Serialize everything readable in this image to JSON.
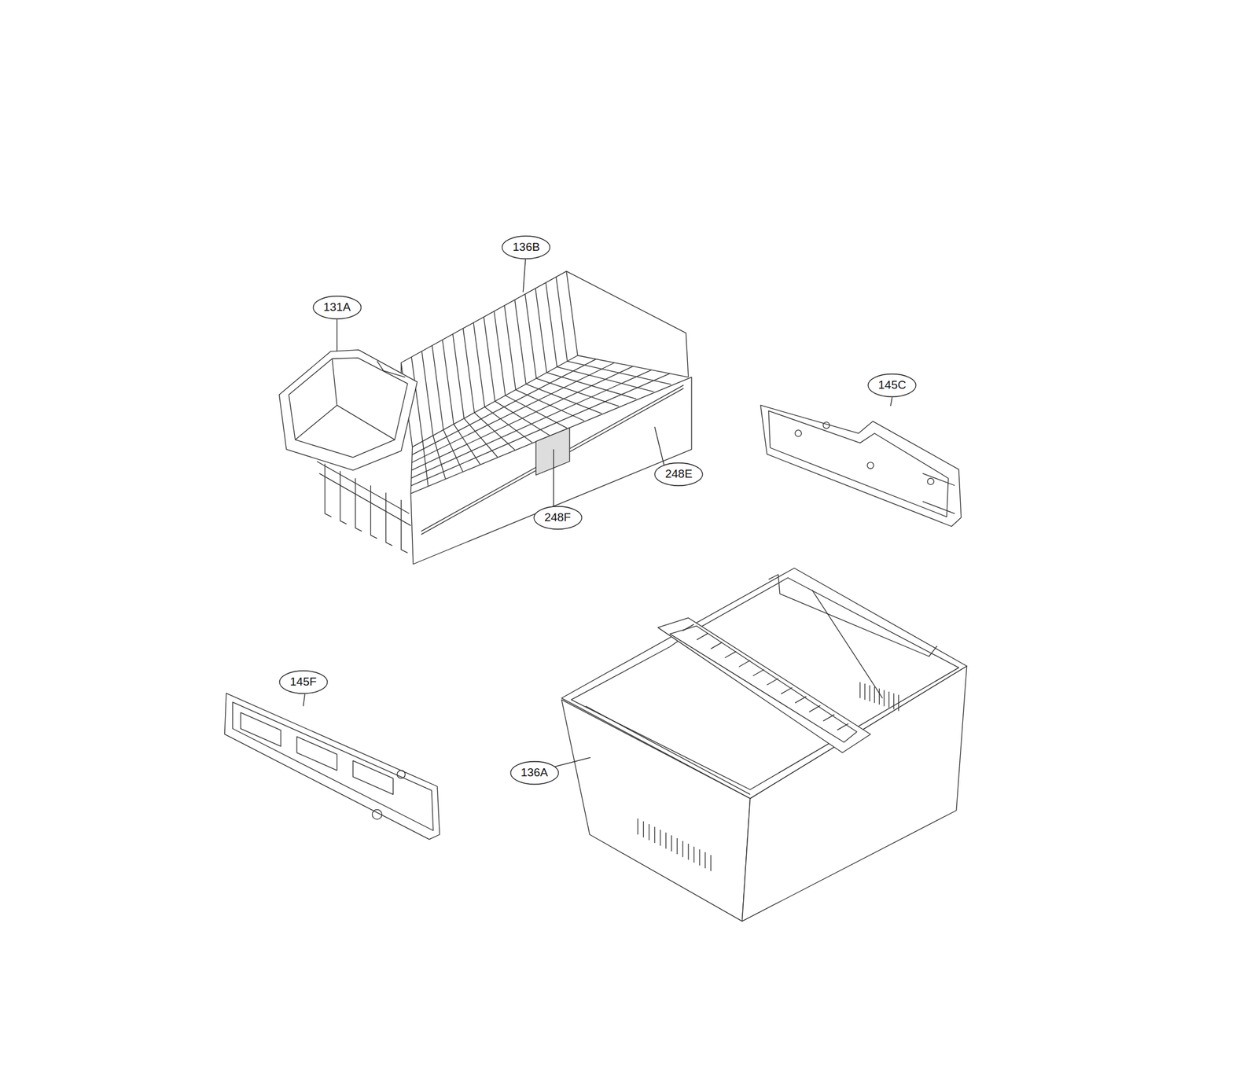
{
  "diagram": {
    "nodes": [
      {
        "text": [
          "136B"
        ]
      },
      {
        "text": [
          "131A"
        ]
      },
      {
        "text": [
          "145C"
        ]
      },
      {
        "text": [
          "248E"
        ]
      },
      {
        "text": [
          "248F"
        ]
      },
      {
        "text": [
          "145F"
        ]
      },
      {
        "text": [
          "136A"
        ]
      }
    ]
  }
}
